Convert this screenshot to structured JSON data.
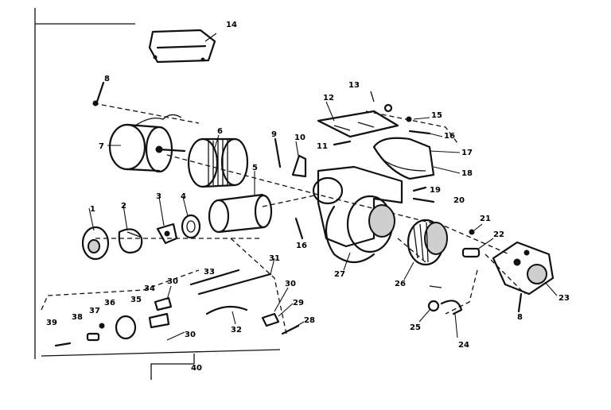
{
  "diagram": {
    "callouts": [
      {
        "id": "c1",
        "text": "1"
      },
      {
        "id": "c2",
        "text": "2"
      },
      {
        "id": "c3",
        "text": "3"
      },
      {
        "id": "c4",
        "text": "4"
      },
      {
        "id": "c5",
        "text": "5"
      },
      {
        "id": "c6",
        "text": "6"
      },
      {
        "id": "c7",
        "text": "7"
      },
      {
        "id": "c8a",
        "text": "8"
      },
      {
        "id": "c8b",
        "text": "8"
      },
      {
        "id": "c9",
        "text": "9"
      },
      {
        "id": "c10",
        "text": "10"
      },
      {
        "id": "c11",
        "text": "11"
      },
      {
        "id": "c12",
        "text": "12"
      },
      {
        "id": "c13",
        "text": "13"
      },
      {
        "id": "c14",
        "text": "14"
      },
      {
        "id": "c15",
        "text": "15"
      },
      {
        "id": "c16a",
        "text": "16"
      },
      {
        "id": "c16b",
        "text": "16"
      },
      {
        "id": "c17",
        "text": "17"
      },
      {
        "id": "c18",
        "text": "18"
      },
      {
        "id": "c19",
        "text": "19"
      },
      {
        "id": "c20",
        "text": "20"
      },
      {
        "id": "c21",
        "text": "21"
      },
      {
        "id": "c22",
        "text": "22"
      },
      {
        "id": "c23",
        "text": "23"
      },
      {
        "id": "c24",
        "text": "24"
      },
      {
        "id": "c25",
        "text": "25"
      },
      {
        "id": "c26",
        "text": "26"
      },
      {
        "id": "c27",
        "text": "27"
      },
      {
        "id": "c28",
        "text": "28"
      },
      {
        "id": "c29",
        "text": "29"
      },
      {
        "id": "c30a",
        "text": "30"
      },
      {
        "id": "c30b",
        "text": "30"
      },
      {
        "id": "c30c",
        "text": "30"
      },
      {
        "id": "c31",
        "text": "31"
      },
      {
        "id": "c32",
        "text": "32"
      },
      {
        "id": "c33",
        "text": "33"
      },
      {
        "id": "c34",
        "text": "34"
      },
      {
        "id": "c35",
        "text": "35"
      },
      {
        "id": "c36",
        "text": "36"
      },
      {
        "id": "c37",
        "text": "37"
      },
      {
        "id": "c38",
        "text": "38"
      },
      {
        "id": "c39",
        "text": "39"
      },
      {
        "id": "c40",
        "text": "40"
      }
    ]
  }
}
